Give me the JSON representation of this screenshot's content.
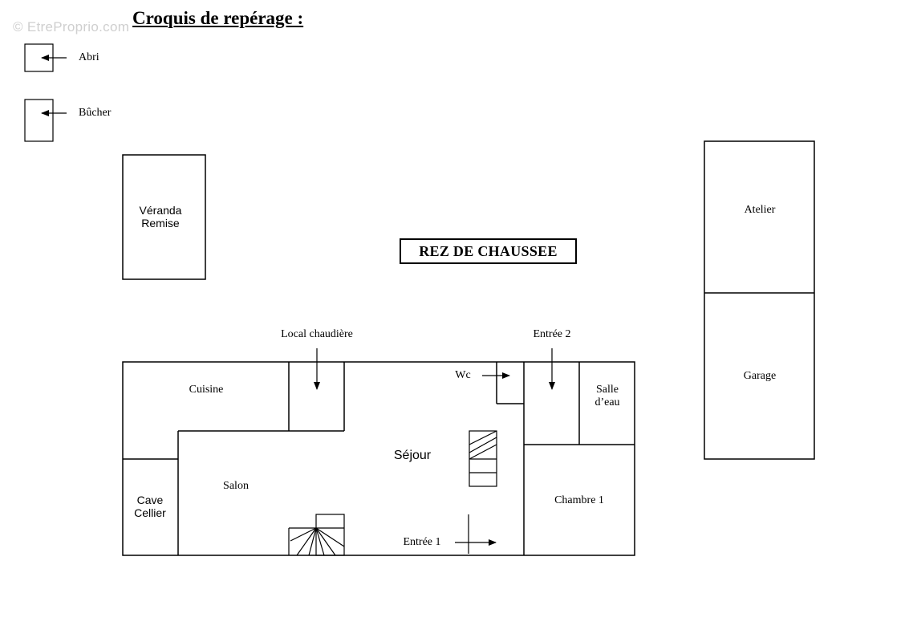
{
  "watermark": "© EtreProprio.com",
  "title": "Croquis de repérage :",
  "banner": "REZ DE CHAUSSEE",
  "legend": {
    "abri": "Abri",
    "bucher": "Bûcher"
  },
  "outbuildings": {
    "veranda_line1": "Véranda",
    "veranda_line2": "Remise",
    "atelier": "Atelier",
    "garage": "Garage"
  },
  "rooms": {
    "cuisine": "Cuisine",
    "local_chaudiere": "Local chaudière",
    "wc": "Wc",
    "entree2": "Entrée 2",
    "salle_line1": "Salle",
    "salle_line2": "d’eau",
    "sejour": "Séjour",
    "salon": "Salon",
    "cave_line1": "Cave",
    "cave_line2": "Cellier",
    "chambre1": "Chambre 1",
    "entree1": "Entrée 1"
  },
  "colors": {
    "line": "#000000",
    "watermark": "#cfcfcf"
  }
}
